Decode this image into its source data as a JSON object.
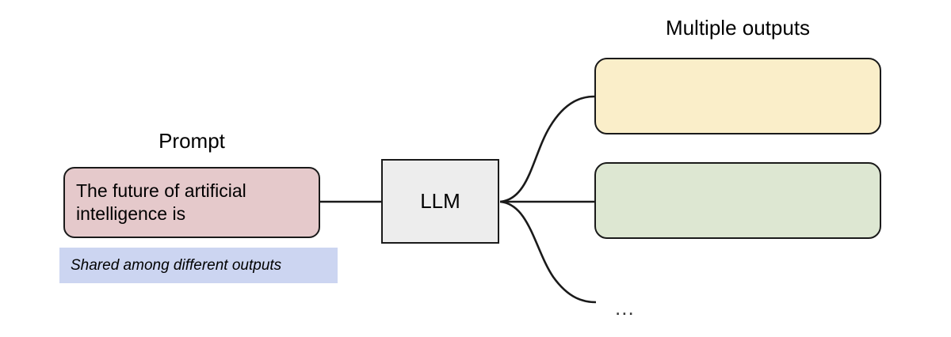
{
  "diagram": {
    "title_labels": {
      "prompt": "Prompt",
      "multiple_outputs": "Multiple outputs"
    },
    "prompt_node": {
      "text": "The future of artificial intelligence is",
      "fill_color": "#e5c9cb",
      "stroke_color": "#1a1a1a"
    },
    "model_node": {
      "label": "LLM",
      "fill_color": "#ededed",
      "stroke_color": "#1a1a1a"
    },
    "output_nodes": [
      {
        "label": "",
        "fill_color": "#faeec9",
        "stroke_color": "#1a1a1a"
      },
      {
        "label": "",
        "fill_color": "#dde7d2",
        "stroke_color": "#1a1a1a"
      }
    ],
    "more_outputs_indicator": "...",
    "shared_banner": {
      "text": "Shared among different outputs",
      "fill_color": "#ccd5f1"
    },
    "background_color": "#ffffff"
  }
}
